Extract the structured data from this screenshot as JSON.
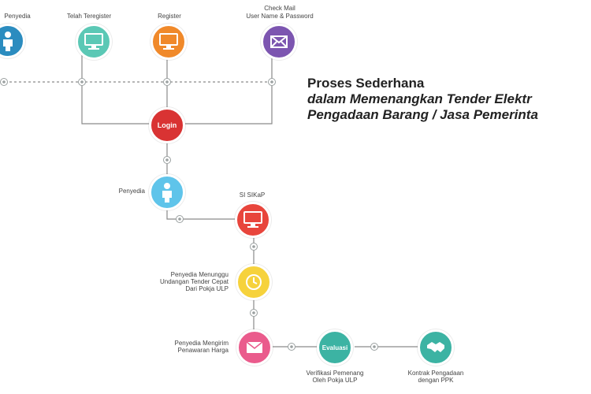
{
  "title": {
    "line1": "Proses Sederhana",
    "line2": "dalam Memenangkan Tender Elektr",
    "line3": "Pengadaan Barang / Jasa Pemerinta"
  },
  "nodes": {
    "penyedia_top": {
      "label": "Penyedia",
      "color": "#2b8cbf",
      "icon": "person-icon"
    },
    "telah_teregister": {
      "label": "Telah Teregister",
      "color": "#5bc8b5",
      "icon": "monitor-icon"
    },
    "register": {
      "label": "Register",
      "color": "#f0892a",
      "icon": "monitor-icon"
    },
    "check_mail": {
      "label_line1": "Check Mail",
      "label_line2": "User Name & Password",
      "color": "#7c55b0",
      "icon": "mail-icon"
    },
    "login": {
      "label": "Login",
      "color": "#d93333"
    },
    "penyedia_mid": {
      "label": "Penyedia",
      "color": "#5fc4ea",
      "icon": "person-icon"
    },
    "si_sikap": {
      "label": "SI SIKaP",
      "color": "#e8453c",
      "icon": "monitor-icon"
    },
    "menunggu": {
      "label_line1": "Penyedia Menunggu",
      "label_line2": "Undangan Tender Cepat",
      "label_line3": "Dari Pokja ULP",
      "color": "#f6d23c",
      "icon": "clock-icon"
    },
    "mengirim": {
      "label_line1": "Penyedia Mengirim",
      "label_line2": "Penawaran Harga",
      "color": "#ea5b8c",
      "icon": "envelope-icon"
    },
    "evaluasi": {
      "label": "Evaluasi",
      "sub_line1": "Verifikasi Pemenang",
      "sub_line2": "Oleh Pokja ULP",
      "color": "#3cb3a3"
    },
    "kontrak": {
      "label_line1": "Kontrak Pengadaan",
      "label_line2": "dengan PPK",
      "color": "#3cb3a3",
      "icon": "handshake-icon"
    }
  },
  "colors": {
    "line": "#8a8a8a",
    "connector": "#9aa0a0",
    "text": "#444444"
  }
}
